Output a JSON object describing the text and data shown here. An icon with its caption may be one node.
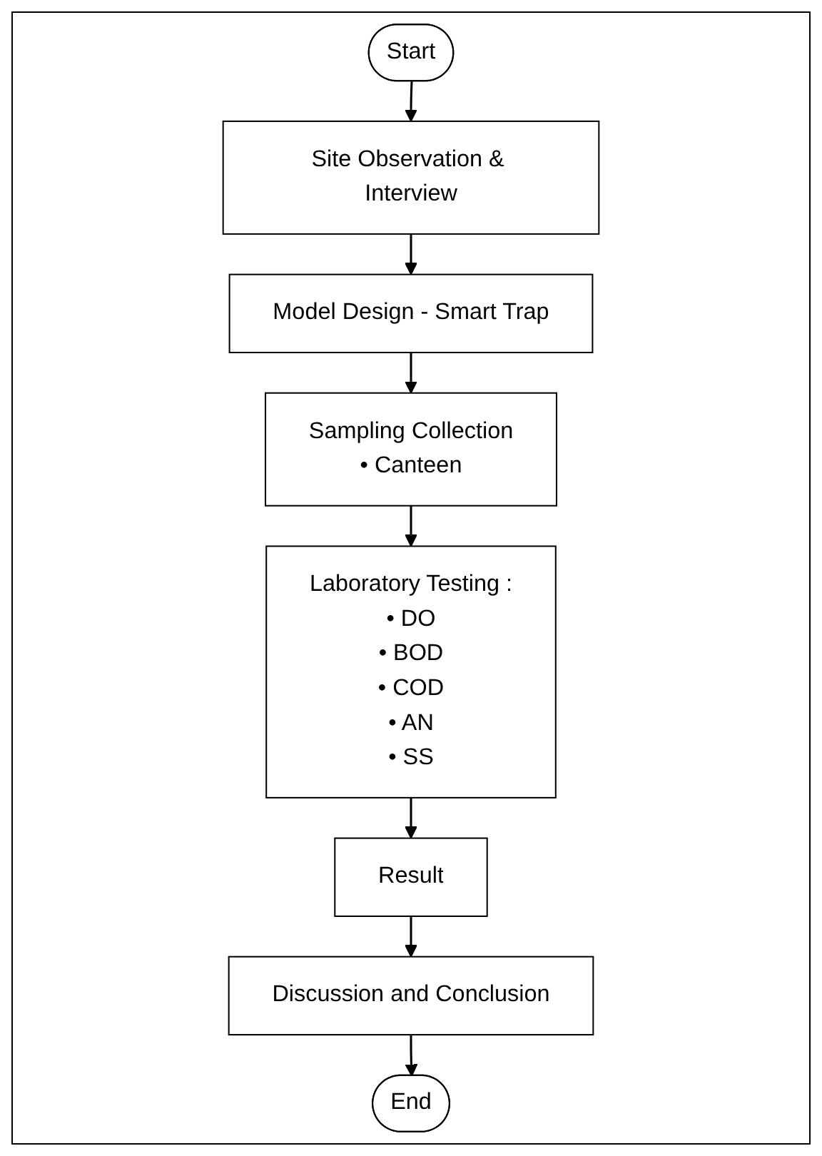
{
  "diagram": {
    "nodes": [
      {
        "text": [
          "Start"
        ]
      },
      {
        "text": [
          "Site Observation & Interview"
        ]
      },
      {
        "text": [
          "Model Design - Smart Trap"
        ]
      },
      {
        "text": [
          "Sampling Collection",
          "• Canteen"
        ]
      },
      {
        "text": [
          "Laboratory Testing :",
          "• DO",
          "• BOD",
          "• COD",
          "• AN",
          "• SS"
        ]
      },
      {
        "text": [
          "Result"
        ]
      },
      {
        "text": [
          "Discussion and Conclusion"
        ]
      },
      {
        "text": [
          "End"
        ]
      }
    ],
    "edges": [
      {
        "from": 0,
        "to": 1,
        "arrow": "to"
      },
      {
        "from": 1,
        "to": 2,
        "arrow": "to"
      },
      {
        "from": 2,
        "to": 3,
        "arrow": "to"
      },
      {
        "from": 3,
        "to": 4,
        "arrow": "to"
      },
      {
        "from": 4,
        "to": 5,
        "arrow": "to"
      },
      {
        "from": 5,
        "to": 6,
        "arrow": "to"
      },
      {
        "from": 6,
        "to": 7,
        "arrow": "to"
      }
    ]
  }
}
